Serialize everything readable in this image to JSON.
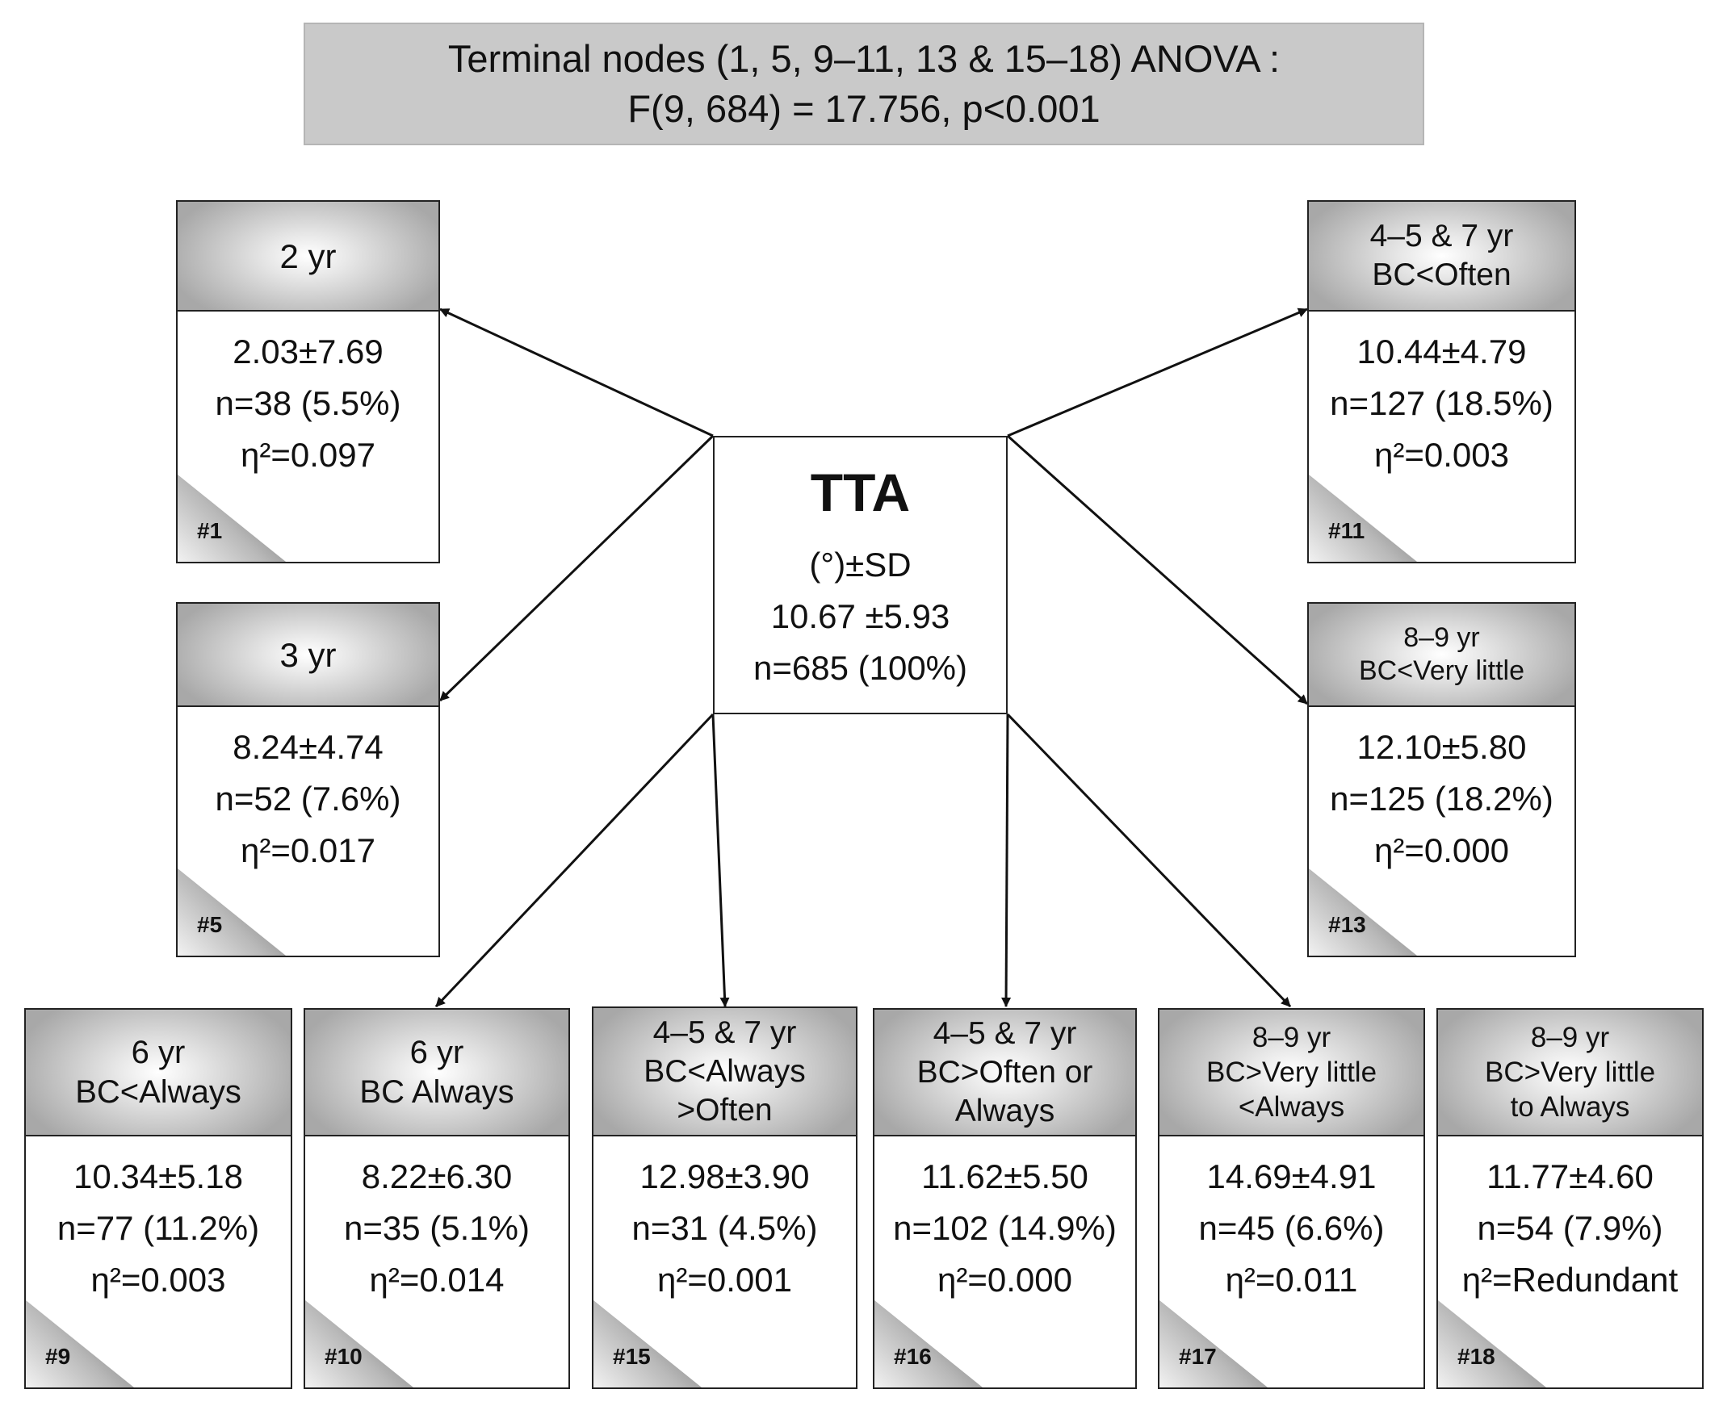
{
  "header": {
    "line1": "Terminal nodes (1, 5, 9–11, 13 & 15–18) ANOVA :",
    "line2": "F(9, 684) = 17.756, p<0.001"
  },
  "center": {
    "title": "TTA",
    "unit": "(°)±SD",
    "mean": "10.67 ±5.93",
    "n": "n=685 (100%)"
  },
  "nodes": [
    {
      "id": "#1",
      "label": [
        "2 yr"
      ],
      "stats": [
        "2.03±7.69",
        "n=38 (5.5%)",
        "η²=0.097"
      ]
    },
    {
      "id": "#5",
      "label": [
        "3 yr"
      ],
      "stats": [
        "8.24±4.74",
        "n=52 (7.6%)",
        "η²=0.017"
      ]
    },
    {
      "id": "#11",
      "label": [
        "4–5 & 7 yr",
        "BC<Often"
      ],
      "stats": [
        "10.44±4.79",
        "n=127 (18.5%)",
        "η²=0.003"
      ]
    },
    {
      "id": "#13",
      "label": [
        "8–9 yr",
        "BC<Very little"
      ],
      "stats": [
        "12.10±5.80",
        "n=125 (18.2%)",
        "η²=0.000"
      ]
    },
    {
      "id": "#9",
      "label": [
        "6 yr",
        "BC<Always"
      ],
      "stats": [
        "10.34±5.18",
        "n=77 (11.2%)",
        "η²=0.003"
      ]
    },
    {
      "id": "#10",
      "label": [
        "6 yr",
        "BC Always"
      ],
      "stats": [
        "8.22±6.30",
        "n=35 (5.1%)",
        "η²=0.014"
      ]
    },
    {
      "id": "#15",
      "label": [
        "4–5 & 7 yr",
        "BC<Always",
        ">Often"
      ],
      "stats": [
        "12.98±3.90",
        "n=31 (4.5%)",
        "η²=0.001"
      ]
    },
    {
      "id": "#16",
      "label": [
        "4–5 & 7 yr",
        "BC>Often or",
        "Always"
      ],
      "stats": [
        "11.62±5.50",
        "n=102 (14.9%)",
        "η²=0.000"
      ]
    },
    {
      "id": "#17",
      "label": [
        "8–9 yr",
        "BC>Very little",
        "<Always"
      ],
      "stats": [
        "14.69±4.91",
        "n=45 (6.6%)",
        "η²=0.011"
      ]
    },
    {
      "id": "#18",
      "label": [
        "8–9 yr",
        "BC>Very little",
        "to Always"
      ],
      "stats": [
        "11.77±4.60",
        "n=54 (7.9%)",
        "η²=Redundant"
      ]
    }
  ]
}
